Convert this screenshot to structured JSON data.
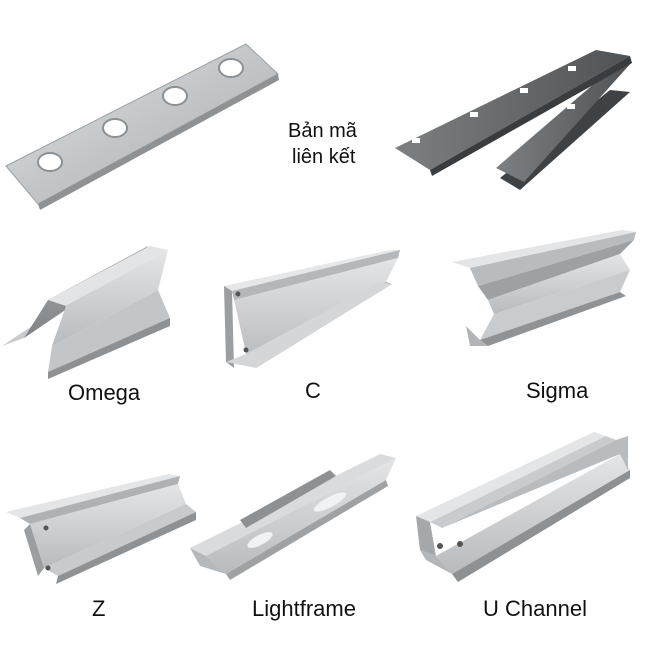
{
  "labels": {
    "ban_ma_line1": "Bản mã",
    "ban_ma_line2": "liên kết",
    "omega": "Omega",
    "c": "C",
    "sigma": "Sigma",
    "z": "Z",
    "lightframe": "Lightframe",
    "u_channel": "U Channel"
  },
  "colors": {
    "steel_light": "#d7d9db",
    "steel_mid": "#b9bcbf",
    "steel_dark": "#8f9396",
    "plate_dark": "#5d6063",
    "text": "#111111"
  }
}
